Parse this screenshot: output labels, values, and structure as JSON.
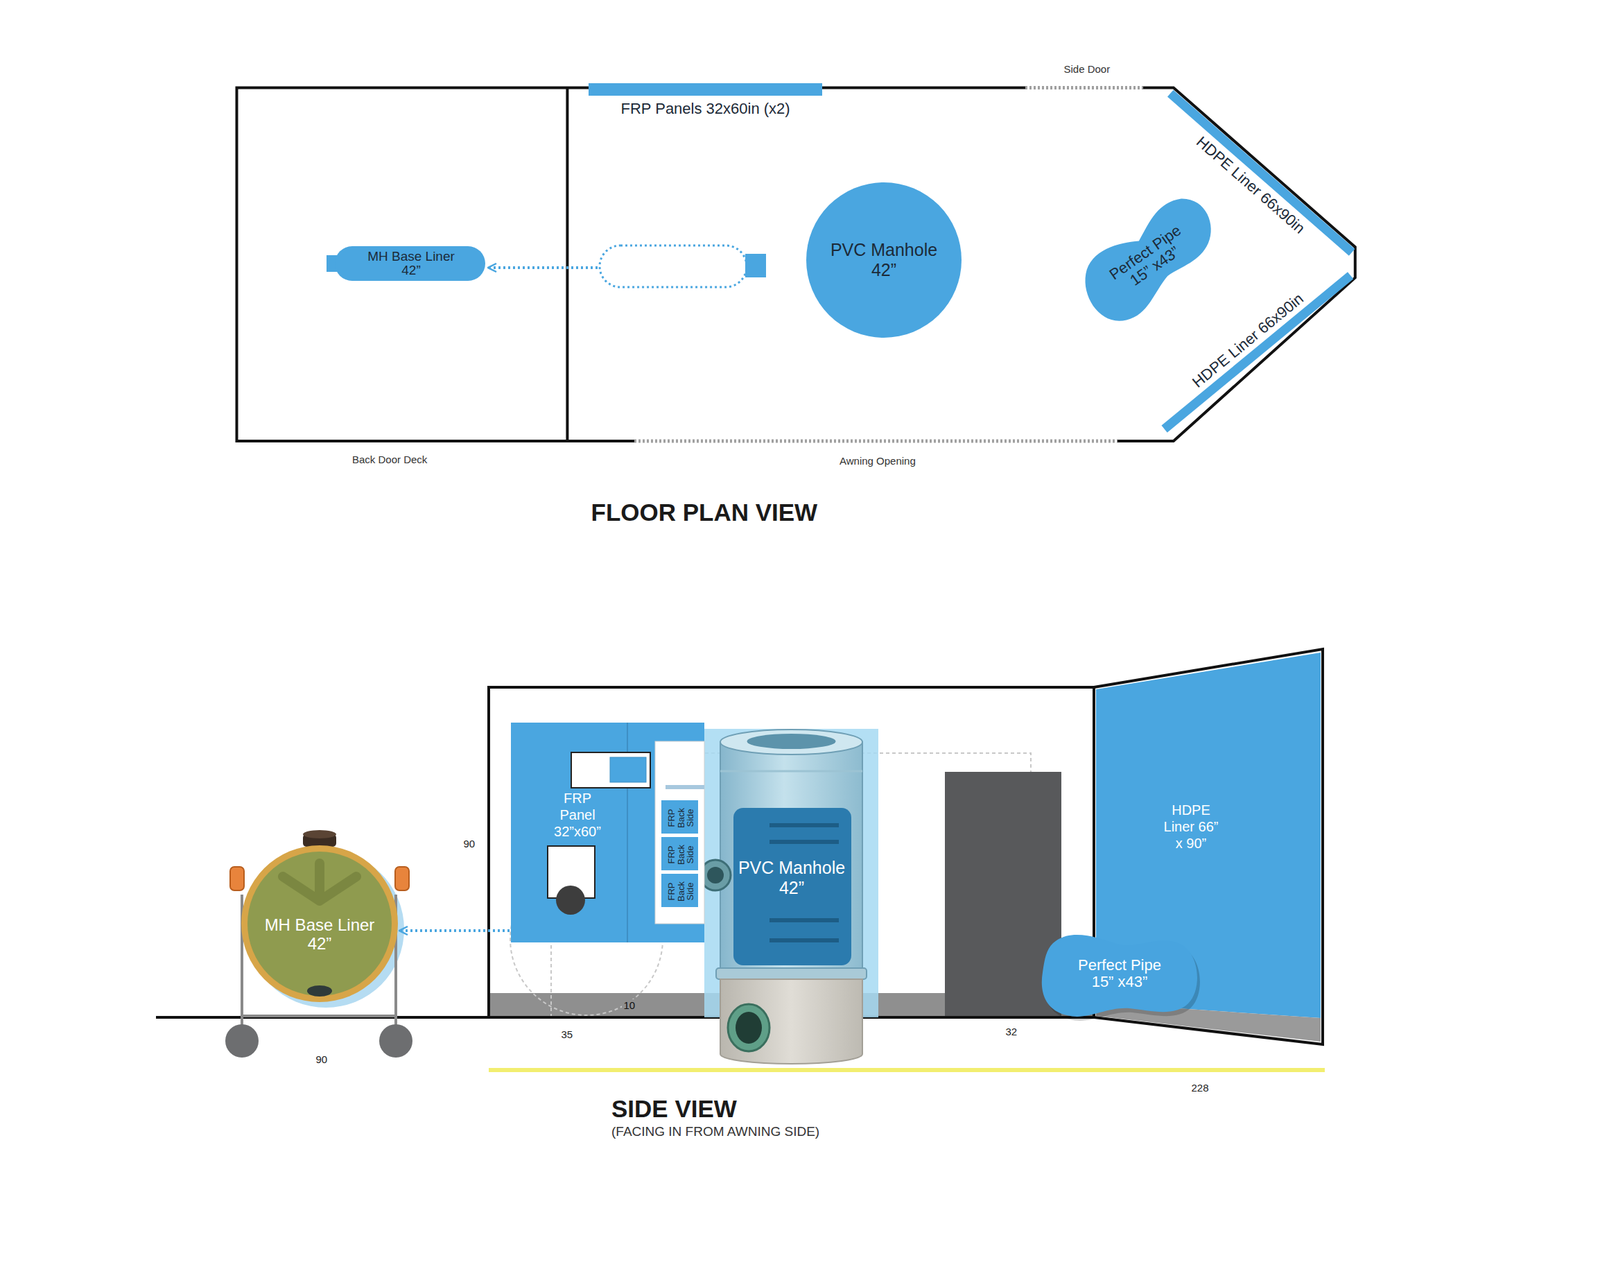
{
  "diagram": {
    "nodes": [
      {
        "text": [
          "FRP Panels 32x60in (x2)"
        ]
      },
      {
        "text": [
          "HDPE Liner 66x90in"
        ]
      },
      {
        "text": [
          "MH Base Liner 42”"
        ]
      },
      {
        "text": [
          "PVC Manhole 42”"
        ]
      },
      {
        "text": [
          "Perfect Pipe 15” x43”"
        ]
      },
      {
        "text": [
          "HDPE Liner 66x90in"
        ]
      },
      {
        "text": [
          "FRP Panel 32”x60”"
        ]
      },
      {
        "text": [
          "FRP Back Side"
        ],
        "in": 6
      },
      {
        "text": [
          "FRP Back Side"
        ],
        "in": 6
      },
      {
        "text": [
          "FRP Back Side"
        ],
        "in": 6
      },
      {
        "text": [
          "PVC Manhole 42”"
        ]
      },
      {
        "text": [
          "MH Base Liner 42”"
        ]
      },
      {
        "text": [
          "HDPE Liner 66” x 90”"
        ]
      },
      {
        "text": [
          "Perfect Pipe 15” x43”"
        ]
      }
    ],
    "edges": [
      {
        "from": 6,
        "to": 11,
        "arrow": "to"
      }
    ],
    "labels": [
      "Side Door",
      "Back Door Deck",
      "Awning Opening",
      "FLOOR PLAN VIEW",
      "90",
      "10",
      "35",
      "32",
      "90",
      "228",
      "SIDE VIEW",
      "(FACING IN FROM AWNING SIDE)"
    ]
  }
}
